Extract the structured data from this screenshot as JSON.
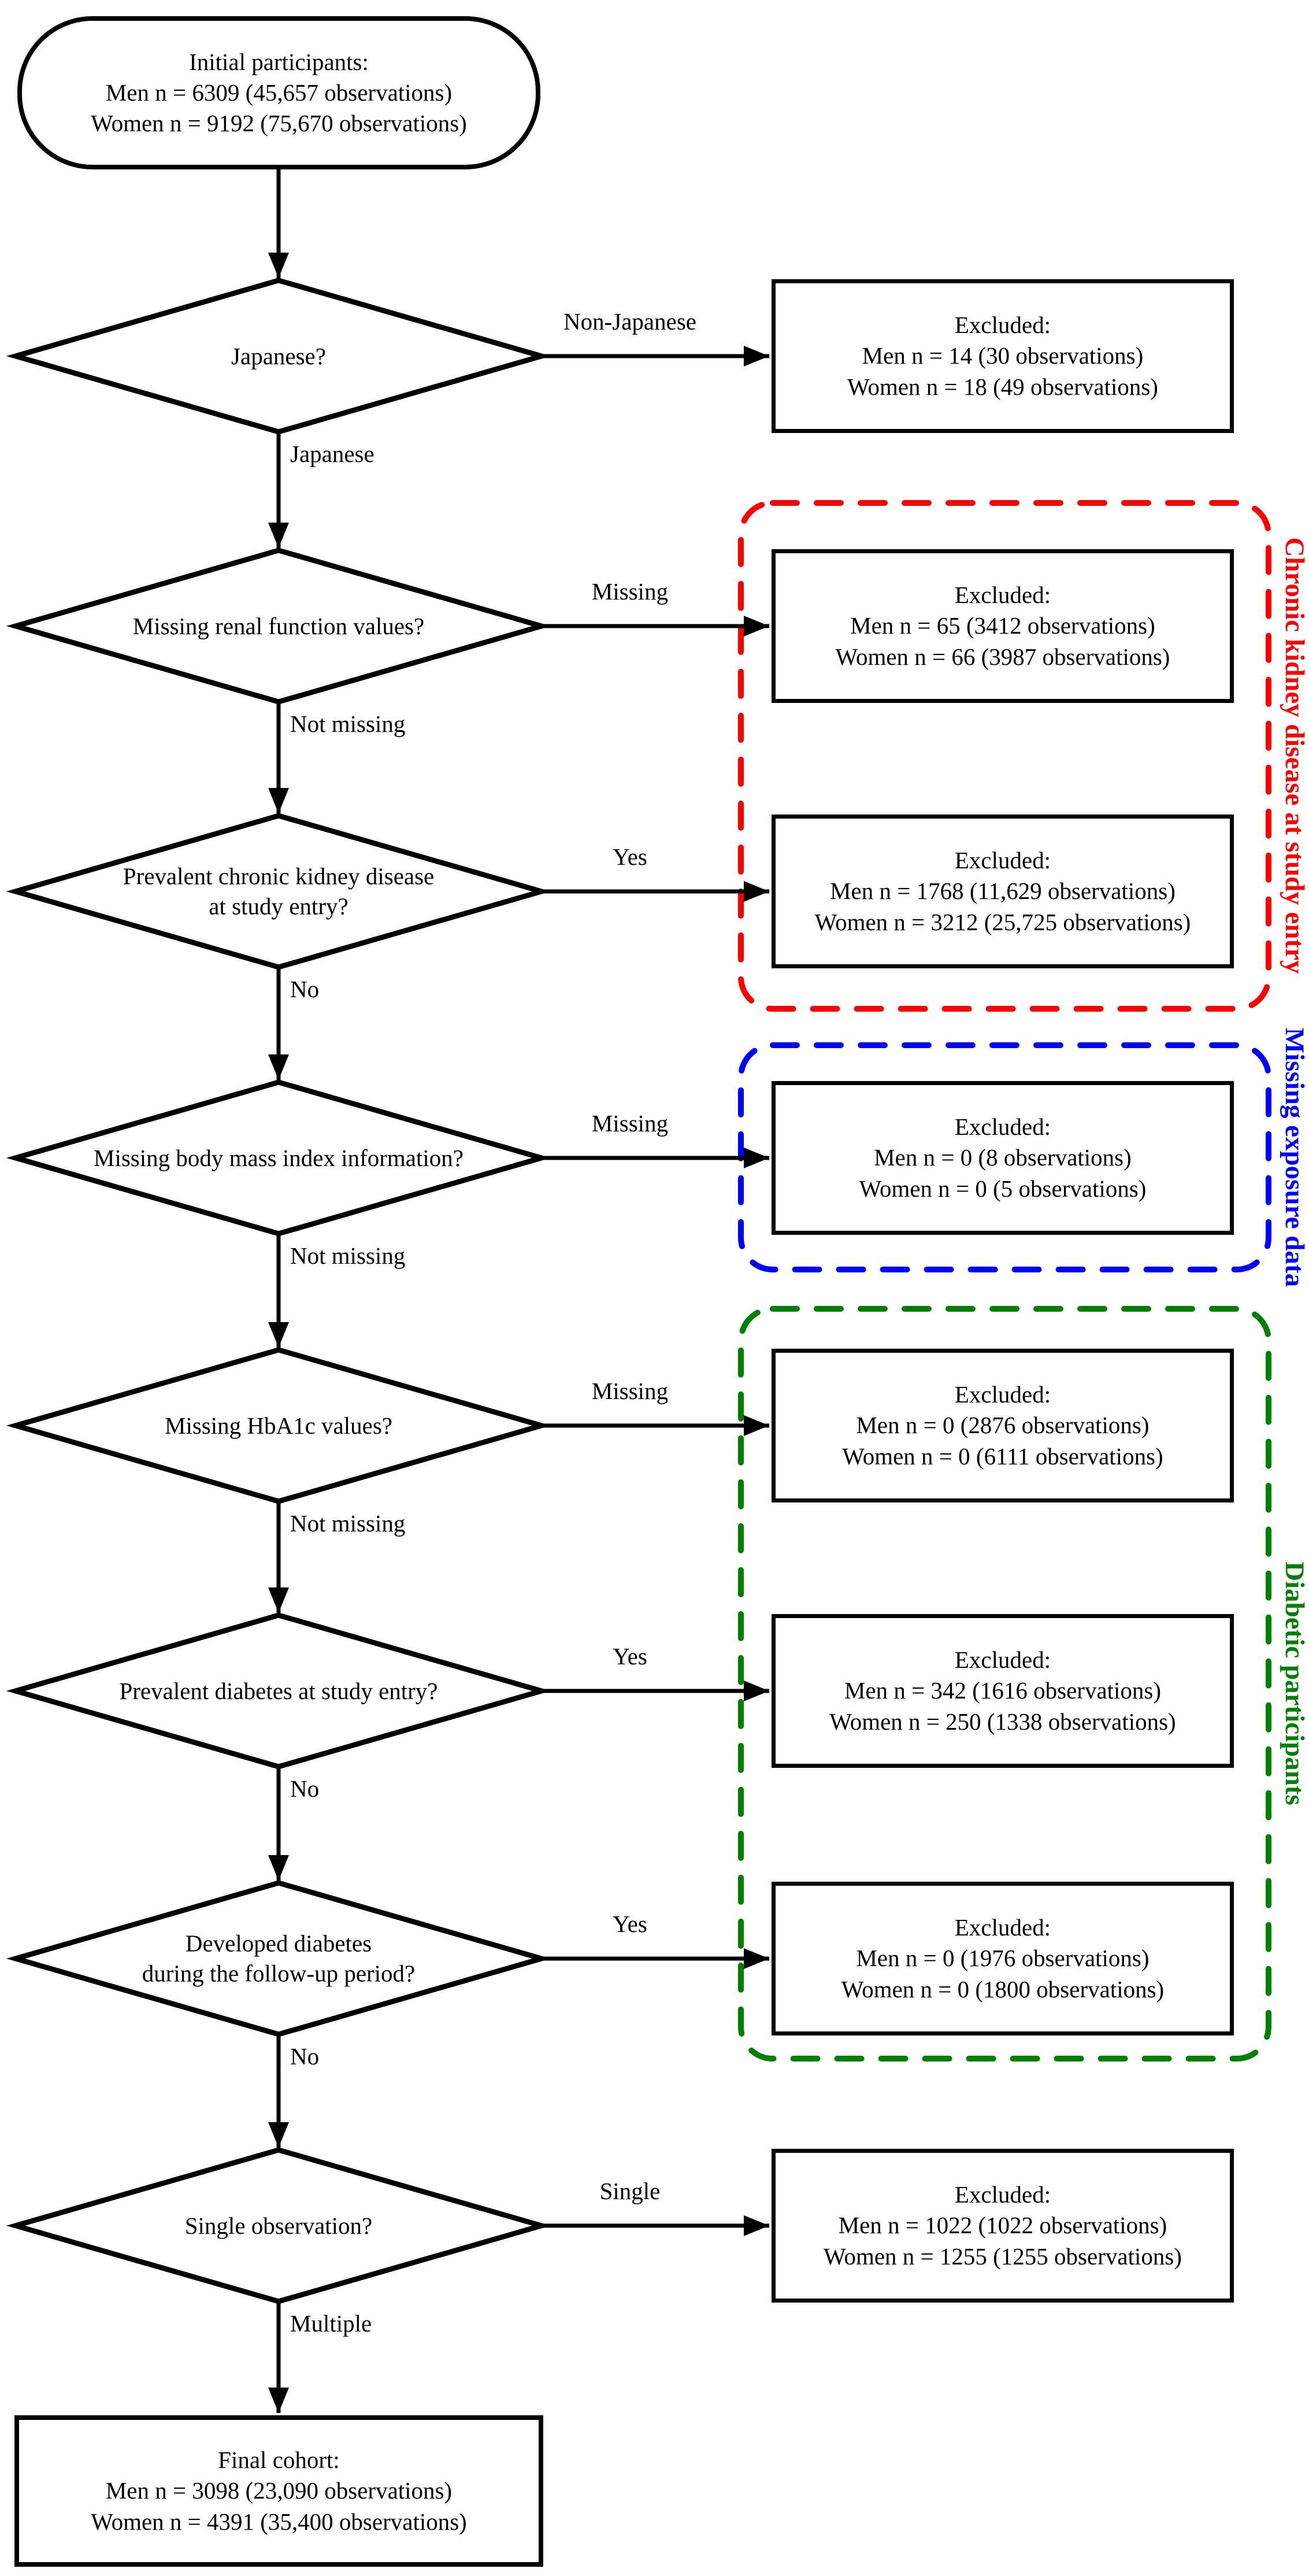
{
  "colors": {
    "ink": "#000000",
    "background": "#ffffff",
    "ckd_group": "#ff0000",
    "exposure_group": "#0000ff",
    "diabetic_group": "#008000"
  },
  "flow": {
    "start": {
      "title": "Initial participants:",
      "men": "Men n = 6309 (45,657 observations)",
      "women": "Women n = 9192 (75,670 observations)"
    },
    "steps": [
      {
        "question": "Japanese?",
        "branch_label": "Non-Japanese",
        "down_label": "Japanese",
        "excluded": {
          "title": "Excluded:",
          "men": "Men n = 14 (30 observations)",
          "women": "Women n = 18 (49 observations)"
        }
      },
      {
        "question": "Missing renal function values?",
        "branch_label": "Missing",
        "down_label": "Not missing",
        "excluded": {
          "title": "Excluded:",
          "men": "Men n = 65 (3412 observations)",
          "women": "Women n = 66 (3987 observations)"
        }
      },
      {
        "question": "Prevalent chronic kidney disease\nat study entry?",
        "branch_label": "Yes",
        "down_label": "No",
        "excluded": {
          "title": "Excluded:",
          "men": "Men n = 1768 (11,629 observations)",
          "women": "Women n = 3212 (25,725 observations)"
        }
      },
      {
        "question": "Missing body mass index information?",
        "branch_label": "Missing",
        "down_label": "Not missing",
        "excluded": {
          "title": "Excluded:",
          "men": "Men n = 0 (8 observations)",
          "women": "Women n = 0 (5 observations)"
        }
      },
      {
        "question": "Missing HbA1c values?",
        "branch_label": "Missing",
        "down_label": "Not missing",
        "excluded": {
          "title": "Excluded:",
          "men": "Men n = 0 (2876 observations)",
          "women": "Women n = 0 (6111 observations)"
        }
      },
      {
        "question": "Prevalent diabetes at study entry?",
        "branch_label": "Yes",
        "down_label": "No",
        "excluded": {
          "title": "Excluded:",
          "men": "Men n = 342 (1616 observations)",
          "women": "Women n = 250 (1338 observations)"
        }
      },
      {
        "question": "Developed diabetes\nduring the follow-up period?",
        "branch_label": "Yes",
        "down_label": "No",
        "excluded": {
          "title": "Excluded:",
          "men": "Men n = 0 (1976 observations)",
          "women": "Women n = 0 (1800 observations)"
        }
      },
      {
        "question": "Single observation?",
        "branch_label": "Single",
        "down_label": "Multiple",
        "excluded": {
          "title": "Excluded:",
          "men": "Men n = 1022 (1022 observations)",
          "women": "Women n = 1255 (1255 observations)"
        }
      }
    ],
    "end": {
      "title": "Final cohort:",
      "men": "Men n = 3098 (23,090 observations)",
      "women": "Women n = 4391 (35,400 observations)"
    },
    "groups": [
      {
        "label": "Chronic kidney disease at study entry",
        "color": "#ff0000"
      },
      {
        "label": "Missing exposure data",
        "color": "#0000ff"
      },
      {
        "label": "Diabetic participants",
        "color": "#008000"
      }
    ]
  }
}
